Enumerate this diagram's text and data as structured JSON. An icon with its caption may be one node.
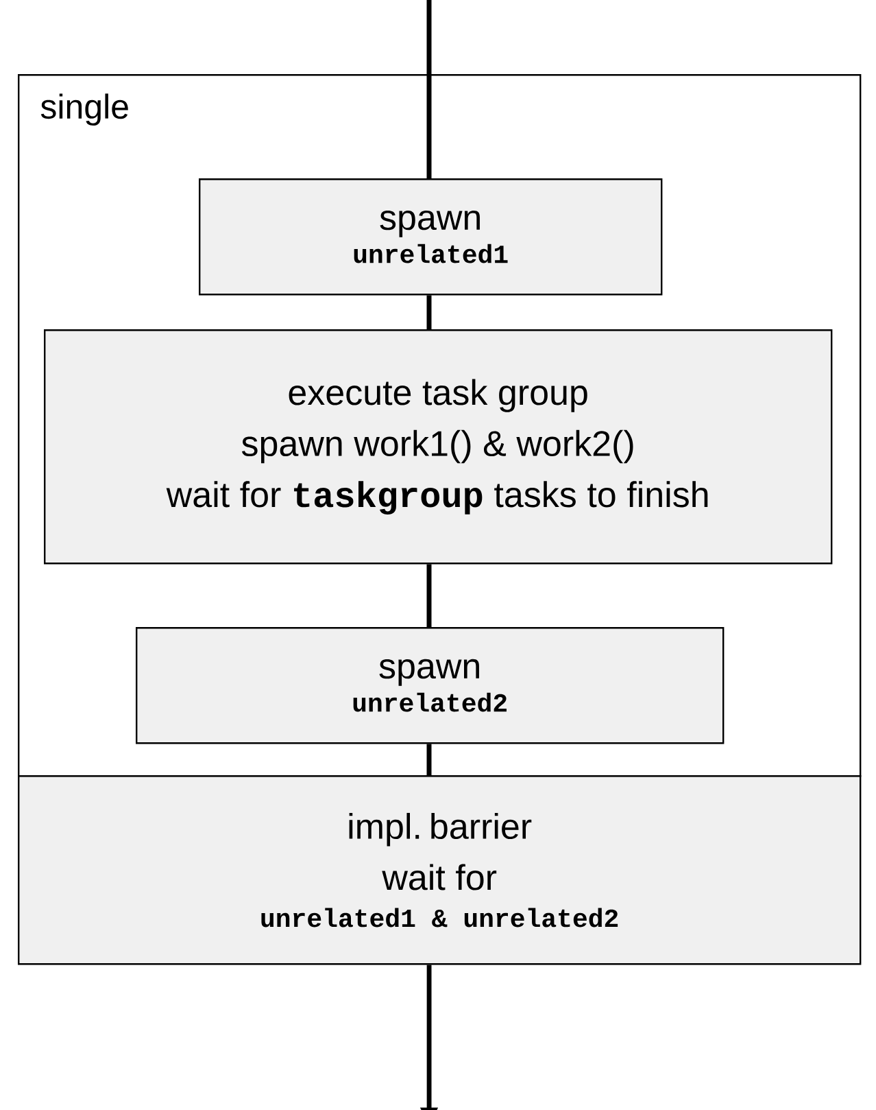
{
  "diagram": {
    "nodes": [
      {
        "text": [
          "single"
        ]
      },
      {
        "text": [
          "spawn",
          "unrelated1"
        ],
        "in": 0
      },
      {
        "text": [
          "execute task group",
          "spawn work1() & work2()",
          "wait for **taskgroup** tasks to finish"
        ],
        "in": 0
      },
      {
        "text": [
          "spawn",
          "unrelated2"
        ],
        "in": 0
      },
      {
        "text": [
          "impl. barrier",
          "wait for",
          "unrelated1 & unrelated2"
        ]
      }
    ],
    "edges": [
      {
        "from": null,
        "to": 1,
        "arrow": "none"
      },
      {
        "from": 1,
        "to": 2,
        "arrow": "none"
      },
      {
        "from": 2,
        "to": 3,
        "arrow": "none"
      },
      {
        "from": 3,
        "to": 4,
        "arrow": "none"
      },
      {
        "from": 4,
        "to": null,
        "arrow": "to"
      }
    ]
  }
}
